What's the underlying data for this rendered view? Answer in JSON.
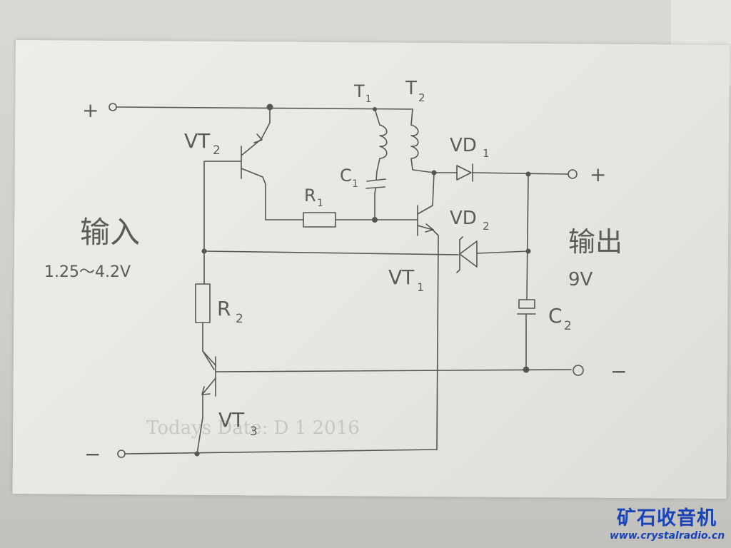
{
  "labels": {
    "plus_in": "+",
    "minus_in": "−",
    "plus_out": "+",
    "minus_out": "−",
    "t1": "T",
    "t1_sub": "1",
    "t2": "T",
    "t2_sub": "2",
    "vt2": "VT",
    "vt2_sub": "2",
    "vt1": "VT",
    "vt1_sub": "1",
    "vt3": "VT",
    "vt3_sub": "3",
    "c1": "C",
    "c1_sub": "1",
    "c2": "C",
    "c2_sub": "2",
    "r1": "R",
    "r1_sub": "1",
    "r2": "R",
    "r2_sub": "2",
    "vd1": "VD",
    "vd1_sub": "1",
    "vd2": "VD",
    "vd2_sub": "2",
    "input_label": "输入",
    "input_range": "1.25～4.2V",
    "output_label": "输出",
    "output_voltage": "9V"
  },
  "background_text": "Todays Date: D  1  2016",
  "watermark": {
    "title": "矿石收音机",
    "url": "www.crystalradio.cn",
    "color": "#1a44b8"
  },
  "colors": {
    "pencil": "#555555",
    "paper": "#ebeae5"
  }
}
